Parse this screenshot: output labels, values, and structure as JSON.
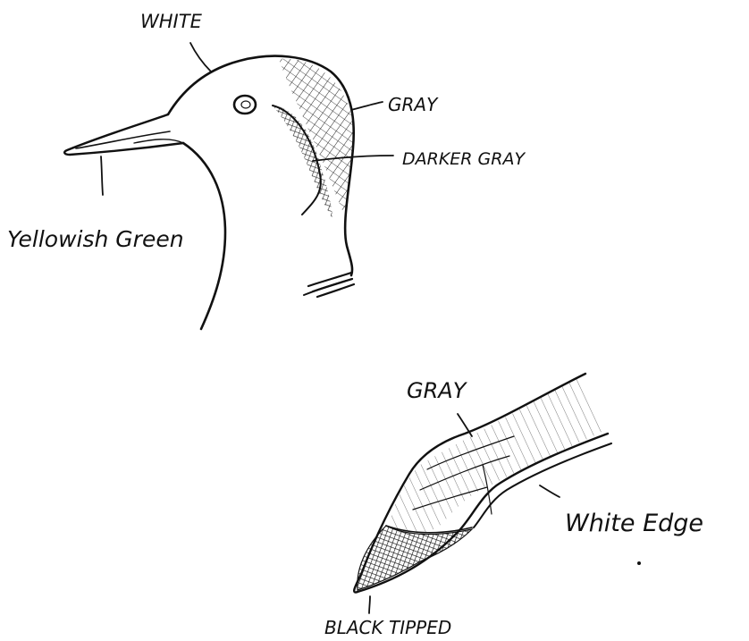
{
  "figure": {
    "head_labels": {
      "white": "WHITE",
      "gray": "GRAY",
      "darker_gray": "DARKER GRAY",
      "bill": "Yellowish Green"
    },
    "wing_labels": {
      "gray": "GRAY",
      "white_edge": "White Edge",
      "tip": "BLACK TIPPED"
    }
  }
}
